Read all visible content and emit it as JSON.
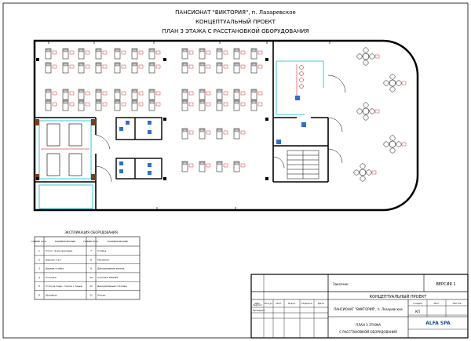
{
  "header": {
    "line1": "ПАНСИОНАТ \"ВИКТОРИЯ\", п. Лазаревское",
    "line2": "КОНЦЕПТУАЛЬНЫЙ ПРОЕКТ",
    "line3": "ПЛАН 3 ЭТАЖА С РАССТАНОВКОЙ ОБОРУДОВАНИЯ"
  },
  "explication": {
    "title": "ЭКСПЛИКАЦИЯ ОБОРУДОВАНИЯ",
    "col_num": "НОМЕР ПОЗ.",
    "col_name": "НАИМЕНОВАНИЕ",
    "rows": [
      {
        "n1": "1",
        "name1": "Стол с 4-мя креслами",
        "n2": "7",
        "name2": "Стойка"
      },
      {
        "n1": "2",
        "name1": "Барная стул",
        "n2": "8",
        "name2": "Раковина"
      },
      {
        "n1": "3",
        "name1": "Барная стойка",
        "n2": "9",
        "name2": "Декоративная зелень"
      },
      {
        "n1": "4",
        "name1": "Стеллаж",
        "n2": "10",
        "name2": "Стеллаж PHILIPS"
      },
      {
        "n1": "5",
        "name1": "Стол на подр. стекла с тенью",
        "n2": "11",
        "name2": "Декоративный стеллаж"
      },
      {
        "n1": "6",
        "name1": "Шкафчик",
        "n2": "12",
        "name2": "Лежак"
      }
    ]
  },
  "stamp": {
    "customer_label": "Заказчик:",
    "version": "ВЕРСИЯ 1",
    "stage_title": "КОНЦЕПТУАЛЬНЫЙ ПРОЕКТ",
    "cols": [
      "Изм.",
      "Кол.уч",
      "Лист",
      "N док.",
      "Подпись",
      "Дата"
    ],
    "drawn": "Чертил",
    "checked": "Проверил",
    "project": "ПАНСИОНАТ \"ВИКТОРИЯ\", п. Лазаревское",
    "stage_h": "Стадия",
    "sheet_h": "Лист",
    "sheets_h": "Листов",
    "stage_val": "КП",
    "sheet_name_1": "ПЛАН 3 ЭТАЖА",
    "sheet_name_2": "С РАССТАНОВКОЙ ОБОРУДОВАНИЯ",
    "logo": "ALFA SPA"
  },
  "colors": {
    "wall": "#000000",
    "accent_cyan": "#00bcd4",
    "label_red": "#cc0000",
    "logo_blue": "#1a4b9b"
  }
}
